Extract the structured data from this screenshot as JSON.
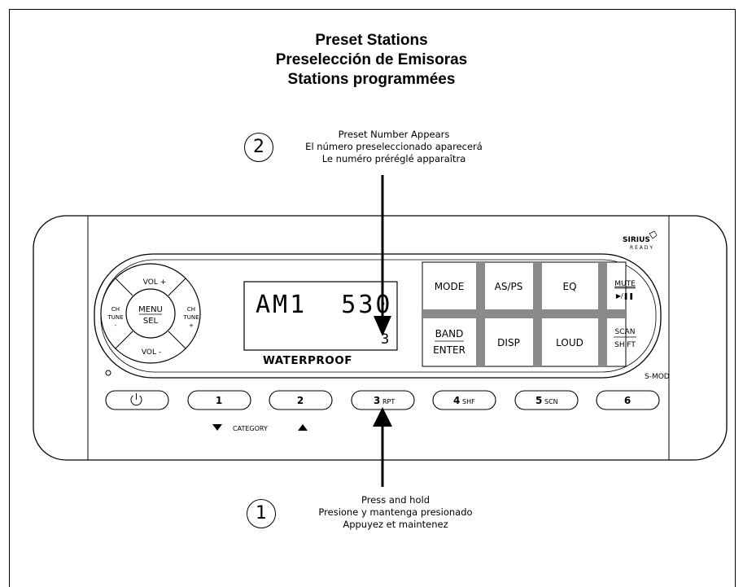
{
  "title": {
    "line1": "Preset Stations",
    "line2": "Preselección de Emisoras",
    "line3": "Stations programmées"
  },
  "step2": {
    "number": "2",
    "en": "Preset Number Appears",
    "es": "El número preseleccionado aparecerá",
    "fr": "Le numéro préréglé apparaîtra"
  },
  "step1": {
    "number": "1",
    "en": "Press and hold",
    "es": "Presione y mantenga presionado",
    "fr": "Appuyez et maintenez"
  },
  "radio": {
    "brand_logo": "SIRIUS",
    "brand_sub": "R E A D Y",
    "model": "S-MOD",
    "display": {
      "main": "AM1  530",
      "preset": "3",
      "label": "WATERPROOF"
    },
    "dpad": {
      "up": "VOL +",
      "down": "VOL -",
      "left_line1": "CH",
      "left_line2": "TUNE",
      "left_line3": "-",
      "right_line1": "CH",
      "right_line2": "TUNE",
      "right_line3": "+",
      "center_top": "MENU",
      "center_bottom": "SEL"
    },
    "grid": {
      "mode": "MODE",
      "asps": "AS/PS",
      "eq": "EQ",
      "mute": "MUTE",
      "playpause": "▶/❚❚",
      "band": "BAND",
      "enter": "ENTER",
      "disp": "DISP",
      "loud": "LOUD",
      "scan": "SCAN",
      "shift": "SHIFT"
    },
    "presets": [
      {
        "num": "",
        "sub": ""
      },
      {
        "num": "1",
        "sub": ""
      },
      {
        "num": "2",
        "sub": ""
      },
      {
        "num": "3",
        "sub": "RPT"
      },
      {
        "num": "4",
        "sub": "SHF"
      },
      {
        "num": "5",
        "sub": "SCN"
      },
      {
        "num": "6",
        "sub": ""
      }
    ],
    "category": "CATEGORY"
  }
}
